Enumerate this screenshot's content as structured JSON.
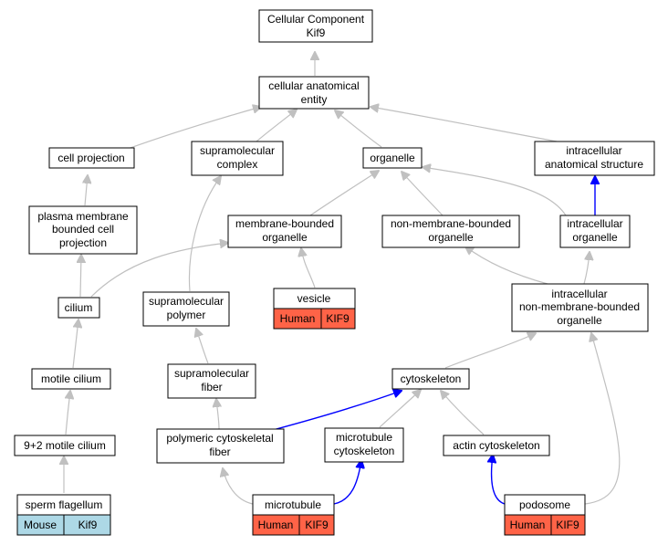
{
  "colors": {
    "human": "#ff6347",
    "mouse": "#add8e6",
    "gray_edge": "#c0c0c0",
    "blue_edge": "#0000ff"
  },
  "nodes": {
    "root": [
      "Cellular Component",
      "Kif9"
    ],
    "cae": [
      "cellular anatomical",
      "entity"
    ],
    "cellproj": [
      "cell projection"
    ],
    "supcomplex": [
      "supramolecular",
      "complex"
    ],
    "organelle": [
      "organelle"
    ],
    "ias": [
      "intracellular",
      "anatomical structure"
    ],
    "pmbcp": [
      "plasma membrane",
      "bounded cell",
      "projection"
    ],
    "mbo": [
      "membrane-bounded",
      "organelle"
    ],
    "nmbo": [
      "non-membrane-bounded",
      "organelle"
    ],
    "io": [
      "intracellular",
      "organelle"
    ],
    "cilium": [
      "cilium"
    ],
    "suppoly": [
      "supramolecular",
      "polymer"
    ],
    "vesicle": [
      "vesicle"
    ],
    "inmbo": [
      "intracellular",
      "non-membrane-bounded",
      "organelle"
    ],
    "motile": [
      "motile cilium"
    ],
    "supfiber": [
      "supramolecular",
      "fiber"
    ],
    "cytoskeleton": [
      "cytoskeleton"
    ],
    "nine2": [
      "9+2 motile cilium"
    ],
    "pcf": [
      "polymeric cytoskeletal",
      "fiber"
    ],
    "mtcyto": [
      "microtubule",
      "cytoskeleton"
    ],
    "actin": [
      "actin cytoskeleton"
    ],
    "sperm": [
      "sperm flagellum"
    ],
    "microtubule": [
      "microtubule"
    ],
    "podosome": [
      "podosome"
    ]
  },
  "annotations": {
    "vesicle": [
      "Human",
      "KIF9"
    ],
    "sperm": [
      "Mouse",
      "Kif9"
    ],
    "microtubule": [
      "Human",
      "KIF9"
    ],
    "podosome": [
      "Human",
      "KIF9"
    ]
  }
}
